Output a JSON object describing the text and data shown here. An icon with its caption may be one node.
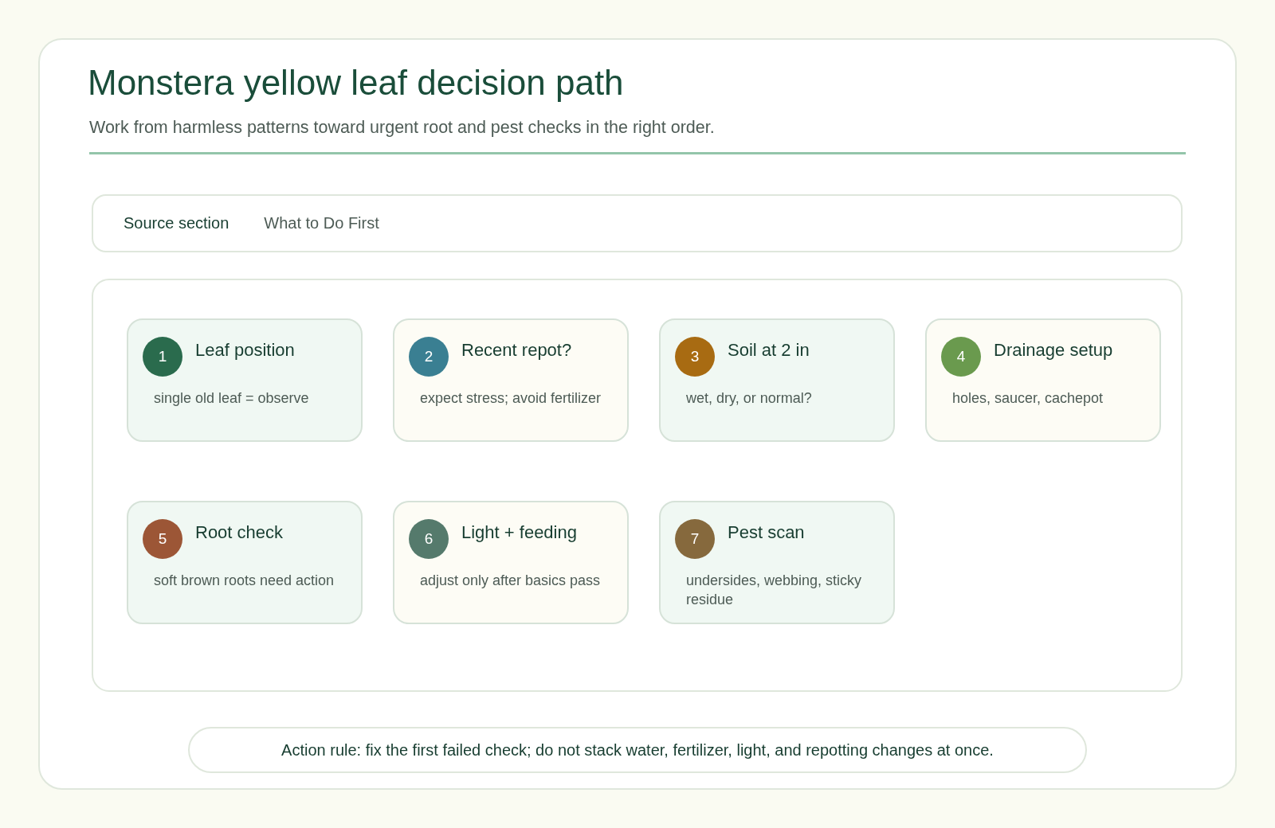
{
  "diagram": {
    "title": "Monstera yellow leaf decision path",
    "nodes": [
      {
        "text": [
          "Source section",
          "What to Do First"
        ]
      },
      {
        "text": [],
        "shape": "box"
      },
      {
        "text": [
          "1",
          "Leaf position",
          "single old leaf = observe"
        ],
        "in": 1
      },
      {
        "text": [
          "2",
          "Recent repot?",
          "expect stress; avoid fertilizer"
        ],
        "in": 1
      },
      {
        "text": [
          "3",
          "Soil at 2 in",
          "wet, dry, or normal?"
        ],
        "in": 1
      },
      {
        "text": [
          "4",
          "Drainage setup",
          "holes, saucer, cachepot"
        ],
        "in": 1
      },
      {
        "text": [
          "5",
          "Root check",
          "soft brown roots need action"
        ],
        "in": 1
      },
      {
        "text": [
          "6",
          "Light + feeding",
          "adjust only after basics pass"
        ],
        "in": 1
      },
      {
        "text": [
          "7",
          "Pest scan",
          "undersides, webbing, sticky residue"
        ],
        "in": 1
      },
      {
        "text": [
          "Action rule: fix the first failed check; do not stack water, fertilizer, light, and repotting changes at once."
        ]
      }
    ],
    "labels": [
      "Work from harmless patterns toward urgent root and pest checks in the right order."
    ]
  }
}
